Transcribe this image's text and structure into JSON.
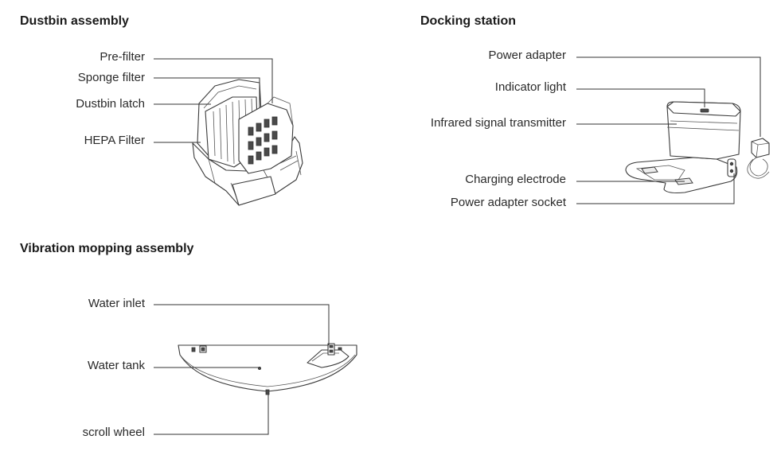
{
  "sections": {
    "dustbin": {
      "title": "Dustbin assembly",
      "labels": [
        "Pre-filter",
        "Sponge filter",
        "Dustbin latch",
        "HEPA Filter"
      ]
    },
    "docking": {
      "title": "Docking station",
      "labels": [
        "Power adapter",
        "Indicator light",
        "Infrared signal transmitter",
        "Charging electrode",
        "Power adapter socket"
      ]
    },
    "mopping": {
      "title": "Vibration mopping assembly",
      "labels": [
        "Water inlet",
        "Water tank",
        "scroll wheel"
      ]
    }
  }
}
